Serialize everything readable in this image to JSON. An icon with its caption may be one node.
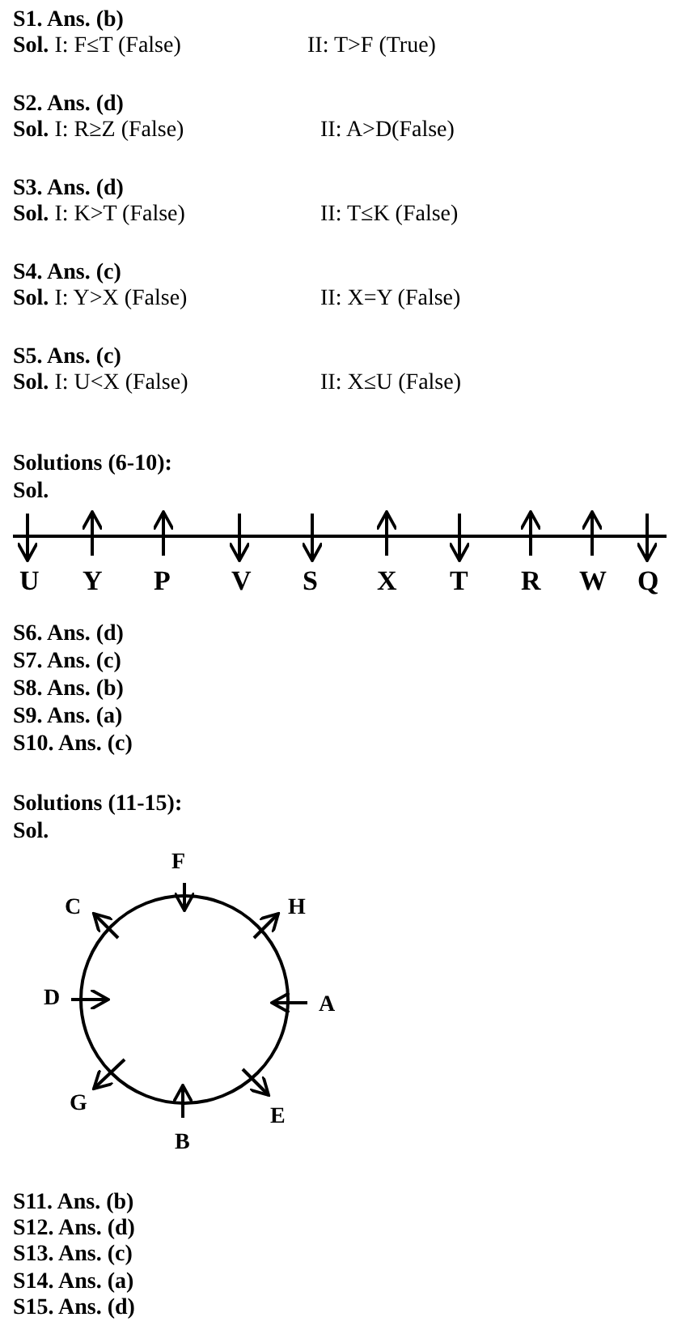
{
  "diagram": {
    "labels": [
      "S1. Ans. (b)",
      "**Sol.** I: F≤T (False)",
      "II: T>F (True)",
      "S2. Ans. (d)",
      "**Sol.** I: R≥Z (False)",
      "II: A>D(False)",
      "S3. Ans. (d)",
      "**Sol.** I: K>T (False)",
      "II: T≤K (False)",
      "S4. Ans. (c)",
      "**Sol.** I: Y>X (False)",
      "II: X=Y (False)",
      "S5. Ans. (c)",
      "**Sol.** I: U<X (False)",
      "II: X≤U (False)",
      "Solutions (6-10):",
      "Sol.",
      "U",
      "Y",
      "P",
      "V",
      "S",
      "X",
      "T",
      "R",
      "W",
      "Q",
      "S6. Ans. (d)",
      "S7. Ans. (c)",
      "S8. Ans. (b)",
      "S9. Ans. (a)",
      "S10. Ans. (c)",
      "Solutions (11-15):",
      "Sol.",
      "F",
      "C",
      "H",
      "D",
      "A",
      "G",
      "E",
      "B",
      "S11. Ans. (b)",
      "S12. Ans. (d)",
      "S13. Ans. (c)",
      "S14. Ans. (a)",
      "S15. Ans. (d)"
    ]
  }
}
